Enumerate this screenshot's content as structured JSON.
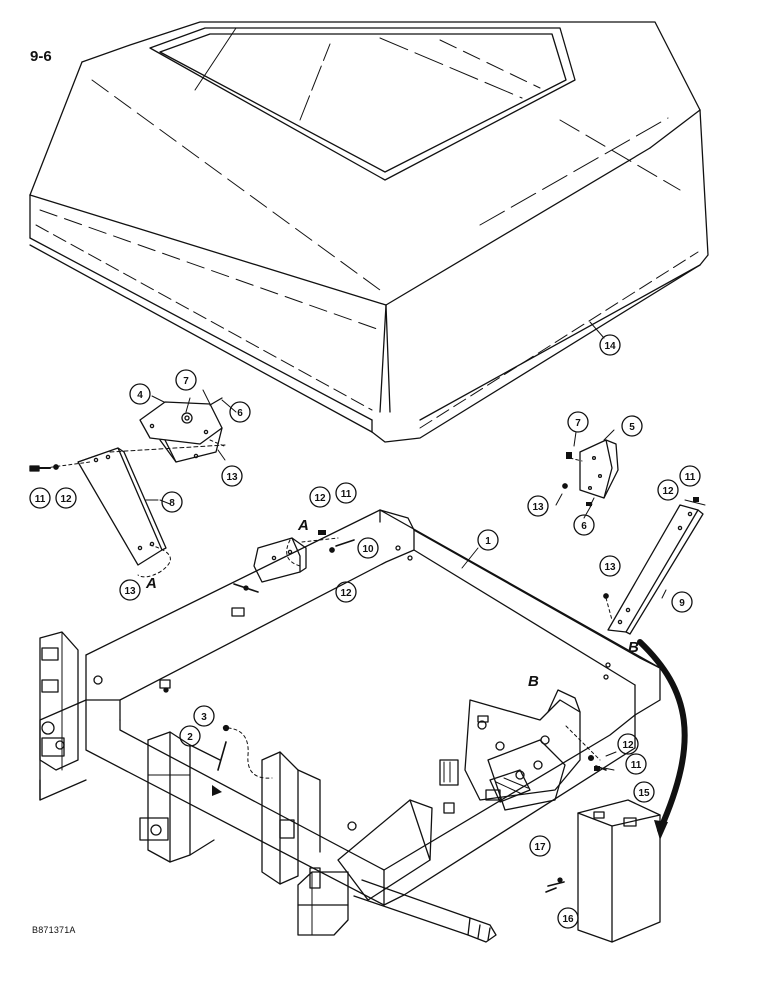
{
  "page": {
    "page_number": "9-6",
    "figure_code": "B871371A"
  },
  "callouts": [
    {
      "id": "c1",
      "label": "1"
    },
    {
      "id": "c2",
      "label": "2"
    },
    {
      "id": "c3",
      "label": "3"
    },
    {
      "id": "c4",
      "label": "4"
    },
    {
      "id": "c5",
      "label": "5"
    },
    {
      "id": "c6a",
      "label": "6"
    },
    {
      "id": "c6b",
      "label": "6"
    },
    {
      "id": "c7a",
      "label": "7"
    },
    {
      "id": "c7b",
      "label": "7"
    },
    {
      "id": "c8",
      "label": "8"
    },
    {
      "id": "c9",
      "label": "9"
    },
    {
      "id": "c10",
      "label": "10"
    },
    {
      "id": "c11a",
      "label": "11"
    },
    {
      "id": "c11b",
      "label": "11"
    },
    {
      "id": "c11c",
      "label": "11"
    },
    {
      "id": "c11d",
      "label": "11"
    },
    {
      "id": "c12a",
      "label": "12"
    },
    {
      "id": "c12b",
      "label": "12"
    },
    {
      "id": "c12c",
      "label": "12"
    },
    {
      "id": "c12d",
      "label": "12"
    },
    {
      "id": "c12e",
      "label": "12"
    },
    {
      "id": "c13a",
      "label": "13"
    },
    {
      "id": "c13b",
      "label": "13"
    },
    {
      "id": "c13c",
      "label": "13"
    },
    {
      "id": "c13d",
      "label": "13"
    },
    {
      "id": "c14",
      "label": "14"
    },
    {
      "id": "c15",
      "label": "15"
    },
    {
      "id": "c16",
      "label": "16"
    },
    {
      "id": "c17",
      "label": "17"
    }
  ],
  "detail_letters": [
    {
      "id": "a1",
      "label": "A"
    },
    {
      "id": "a2",
      "label": "A"
    },
    {
      "id": "b1",
      "label": "B"
    },
    {
      "id": "b2",
      "label": "B"
    }
  ]
}
